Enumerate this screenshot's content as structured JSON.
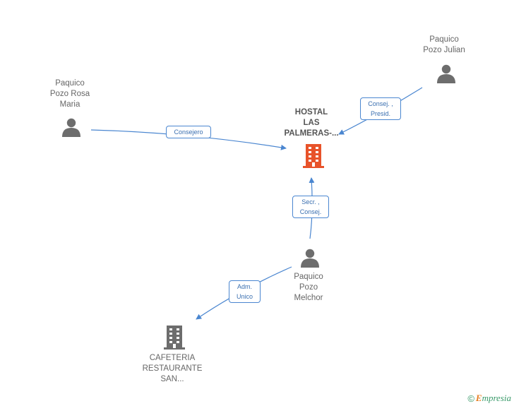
{
  "nodes": {
    "rosa": {
      "lines": [
        "Paquico",
        "Pozo Rosa",
        "Maria"
      ]
    },
    "julian": {
      "lines": [
        "Paquico",
        "Pozo Julian"
      ]
    },
    "hostal": {
      "lines": [
        "HOSTAL",
        "LAS",
        "PALMERAS-..."
      ]
    },
    "melchor": {
      "lines": [
        "Paquico",
        "Pozo",
        "Melchor"
      ]
    },
    "cafeteria": {
      "lines": [
        "CAFETERIA",
        "RESTAURANTE",
        "SAN..."
      ]
    }
  },
  "edges": {
    "consejero": {
      "lines": [
        "Consejero"
      ]
    },
    "consej_presid": {
      "lines": [
        "Consej. ,",
        "Presid."
      ]
    },
    "secr_consej": {
      "lines": [
        "Secr. ,",
        "Consej."
      ]
    },
    "adm_unico": {
      "lines": [
        "Adm.",
        "Unico"
      ]
    }
  },
  "colors": {
    "person": "#6d6d6d",
    "company": "#6d6d6d",
    "focus_company": "#e8532a",
    "edge": "#4a86d0"
  },
  "footer": {
    "copyright": "©",
    "brand_first": "E",
    "brand_rest": "mpresia"
  }
}
